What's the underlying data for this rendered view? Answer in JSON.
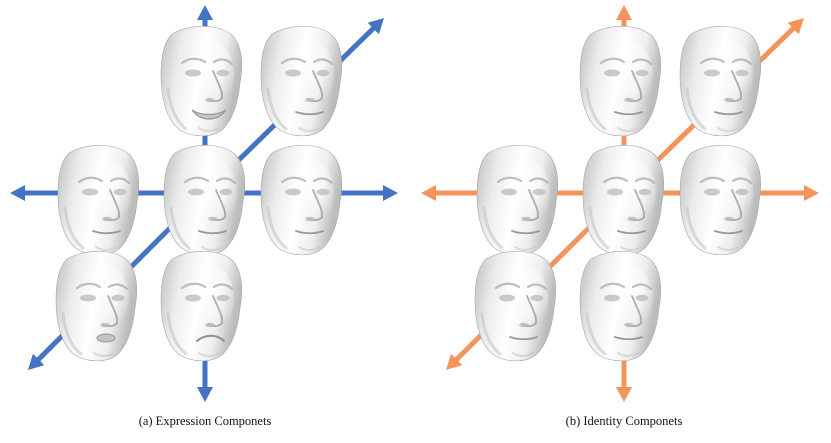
{
  "panels": [
    {
      "id": "expression",
      "caption": "(a) Expression Componets",
      "axis_color": "#4472c4",
      "faces": [
        {
          "slot": "up",
          "variant": "smile"
        },
        {
          "slot": "diag-up",
          "variant": "neutral-turn"
        },
        {
          "slot": "left",
          "variant": "neutral"
        },
        {
          "slot": "center",
          "variant": "neutral"
        },
        {
          "slot": "right",
          "variant": "neutral"
        },
        {
          "slot": "diag-down",
          "variant": "pout"
        },
        {
          "slot": "down",
          "variant": "frown"
        }
      ]
    },
    {
      "id": "identity",
      "caption": "(b) Identity Componets",
      "axis_color": "#f4935a",
      "faces": [
        {
          "slot": "up",
          "variant": "identity-1"
        },
        {
          "slot": "diag-up",
          "variant": "identity-2"
        },
        {
          "slot": "left",
          "variant": "identity-3"
        },
        {
          "slot": "center",
          "variant": "identity-4"
        },
        {
          "slot": "right",
          "variant": "identity-5"
        },
        {
          "slot": "diag-down",
          "variant": "identity-6"
        },
        {
          "slot": "down",
          "variant": "identity-7"
        }
      ]
    }
  ]
}
